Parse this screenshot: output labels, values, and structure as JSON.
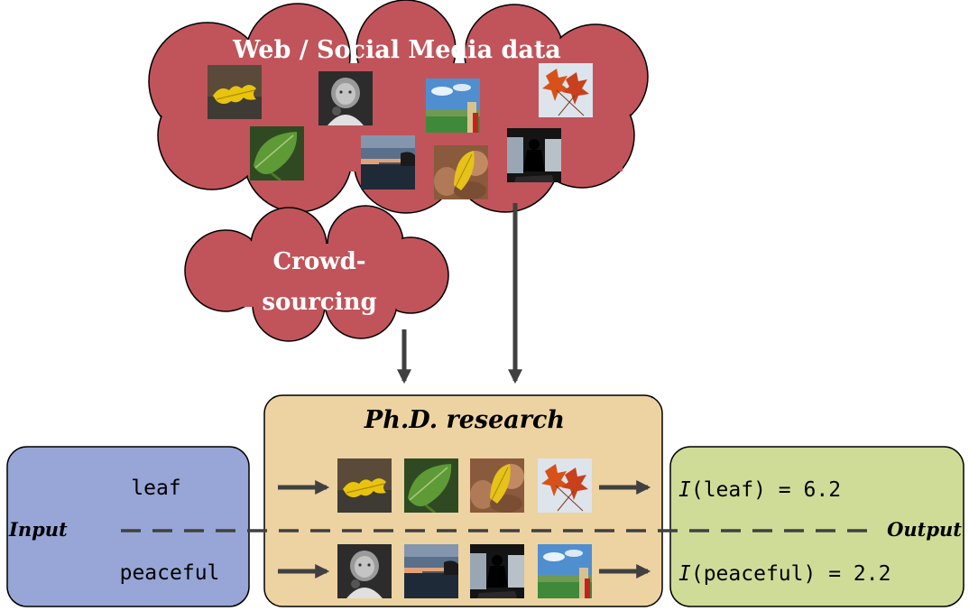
{
  "cloud_web": {
    "title": "Web / Social Media data"
  },
  "cloud_crowd": {
    "line1": "Crowd-",
    "line2": "sourcing"
  },
  "research": {
    "title": "Ph.D. research"
  },
  "input_box": {
    "label": "Input",
    "word_top": "leaf",
    "word_bottom": "peaceful"
  },
  "output_box": {
    "label": "Output",
    "top": {
      "func": "I",
      "arg": "(leaf)",
      "value": " = 6.2"
    },
    "bottom": {
      "func": "I",
      "arg": "(peaceful)",
      "value": " = 2.2"
    }
  },
  "thumbnails": {
    "cloud": [
      "yellow-leaf-photo",
      "baby-bw-photo",
      "landscape-photo",
      "autumn-leaves-photo",
      "green-leaf-photo",
      "lake-sunset-photo",
      "yellow-leaf-rocks-photo",
      "silhouette-person-photo"
    ],
    "row_leaf": [
      "yellow-leaf-photo",
      "green-leaf-photo",
      "yellow-leaf-rocks-photo",
      "autumn-leaves-photo"
    ],
    "row_peaceful": [
      "baby-bw-photo",
      "lake-sunset-photo",
      "silhouette-person-photo",
      "landscape-photo"
    ]
  },
  "colors": {
    "cloud": "#c0545a",
    "research_box": "#ecd3a1",
    "input_box": "#97a6d6",
    "output_box": "#cfdc97",
    "arrow": "#404040"
  }
}
